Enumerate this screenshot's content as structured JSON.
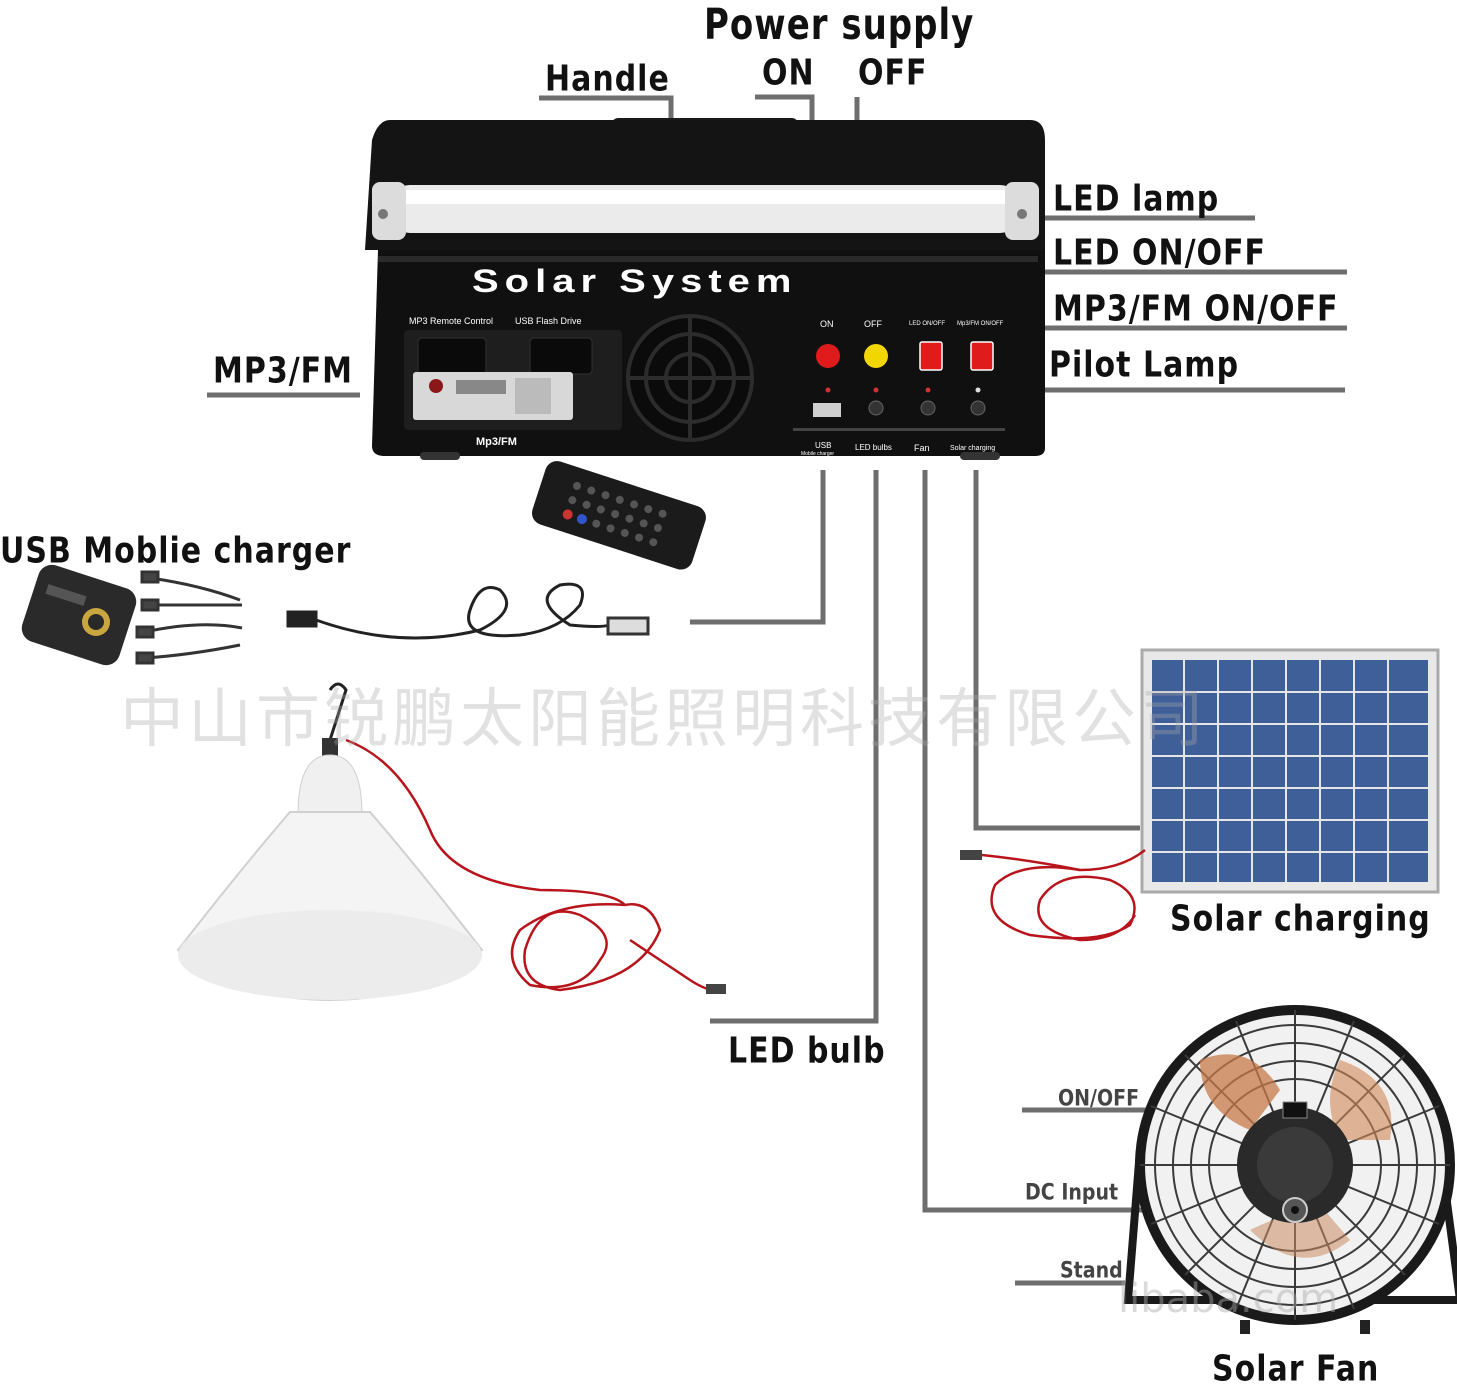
{
  "callouts": {
    "power_supply": "Power supply",
    "on": "ON",
    "off": "OFF",
    "handle": "Handle",
    "led_lamp": "LED  lamp",
    "led_on_off": "LED  ON/OFF",
    "mp3_fm_on_off": "MP3/FM  ON/OFF",
    "pilot_lamp": "Pilot Lamp",
    "mp3_fm": "MP3/FM",
    "usb_mobile_charger": "USB  Moblie  charger",
    "solar_charging": "Solar  charging",
    "led_bulb": "LED  bulb",
    "fan_on_off": "ON/OFF",
    "dc_input": "DC  Input",
    "stand": "Stand",
    "solar_fan": "Solar  Fan"
  },
  "device": {
    "brand": "Solar System",
    "mp3_remote_control": "MP3 Remote Control",
    "usb_flash_drive": "USB Flash Drive",
    "mp3fm": "Mp3/FM",
    "on": "ON",
    "off": "OFF",
    "led_on_off": "LED ON/OFF",
    "mp3_on_off": "Mp3/FM ON/OFF",
    "usb": "USB",
    "mobile_charger": "Mobile charger",
    "led_bulbs": "LED bulbs",
    "fan": "Fan",
    "solar_charging": "Solar charging"
  },
  "watermark": {
    "company": "中山市锐鹏太阳能照明科技有限公司",
    "site": "libaba.com"
  },
  "colors": {
    "leader_line": "#6e6e6e",
    "device_body": "#111111",
    "red_button": "#e01b1b",
    "yellow_button": "#f2d600",
    "cable_red": "#b8141c"
  }
}
